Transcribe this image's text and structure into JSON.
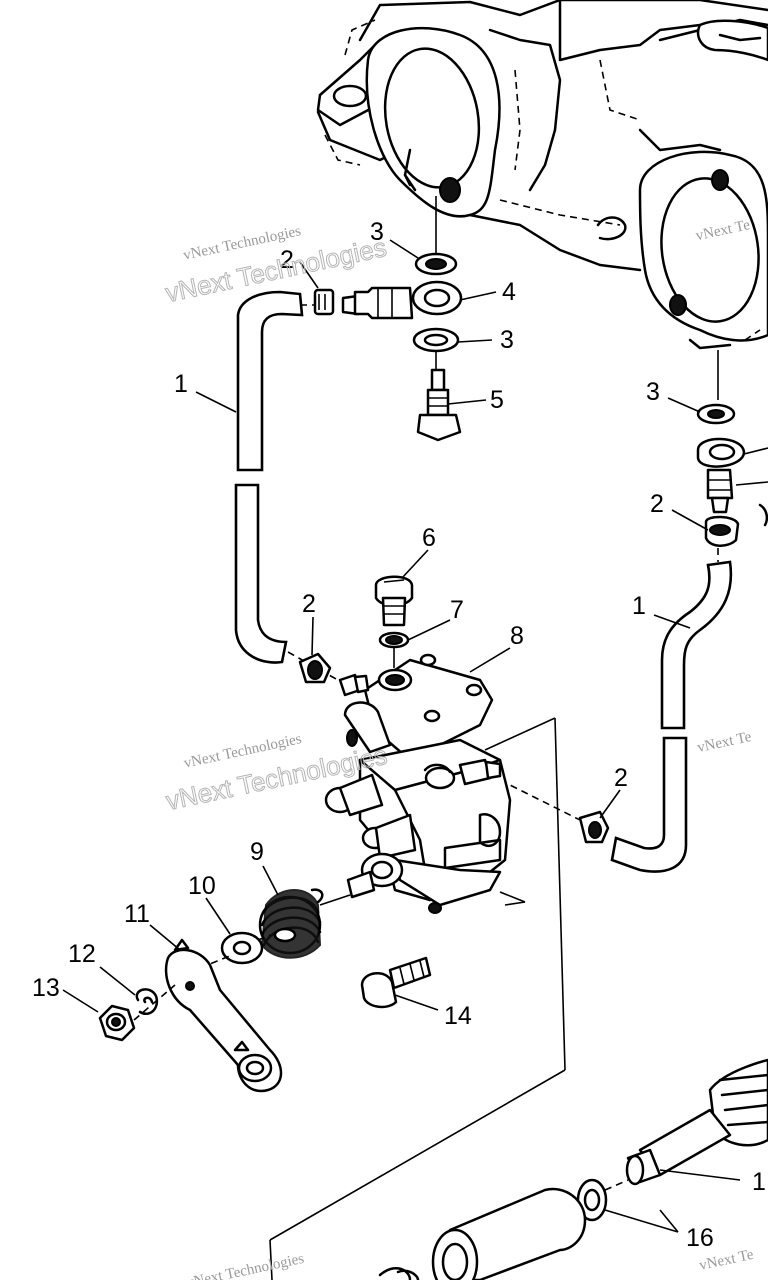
{
  "diagram": {
    "callouts": [
      {
        "id": "c3a",
        "text": "3"
      },
      {
        "id": "c2a",
        "text": "2"
      },
      {
        "id": "c4",
        "text": "4"
      },
      {
        "id": "c3b",
        "text": "3"
      },
      {
        "id": "c1a",
        "text": "1"
      },
      {
        "id": "c5",
        "text": "5"
      },
      {
        "id": "c3c",
        "text": "3"
      },
      {
        "id": "c2b",
        "text": "2"
      },
      {
        "id": "c6",
        "text": "6"
      },
      {
        "id": "c2c",
        "text": "2"
      },
      {
        "id": "c7",
        "text": "7"
      },
      {
        "id": "c1b",
        "text": "1"
      },
      {
        "id": "c8",
        "text": "8"
      },
      {
        "id": "c2d",
        "text": "2"
      },
      {
        "id": "c9",
        "text": "9"
      },
      {
        "id": "c10",
        "text": "10"
      },
      {
        "id": "c11",
        "text": "11"
      },
      {
        "id": "c12",
        "text": "12"
      },
      {
        "id": "c13",
        "text": "13"
      },
      {
        "id": "c14",
        "text": "14"
      },
      {
        "id": "c15",
        "text": "1"
      },
      {
        "id": "c16",
        "text": "16"
      }
    ],
    "watermark": {
      "line1": "vNext Technologies",
      "line2": "vNext Technologies",
      "truncated": "vNext Te"
    }
  }
}
